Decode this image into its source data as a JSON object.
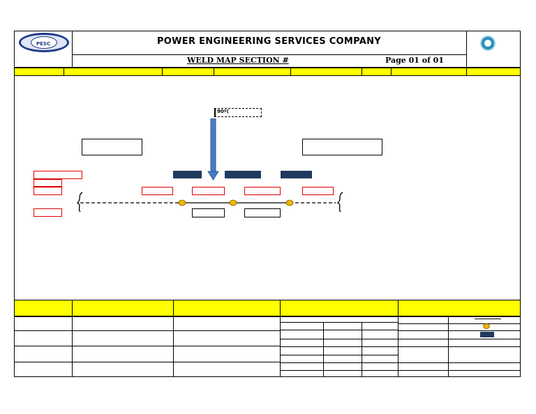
{
  "header": {
    "company": "POWER ENGINEERING SERVICES COMPANY",
    "section_label": "WELD MAP SECTION #",
    "page_label": "Page 01 of 01",
    "left_logo_text": "PESC"
  },
  "drawing": {
    "angle_label": "90º("
  },
  "colors": {
    "yellow": "#ffff00",
    "navy": "#1f3a5f",
    "red": "#e00000",
    "weld_dot": "#f2b600",
    "arrow": "#4a7cc4"
  }
}
